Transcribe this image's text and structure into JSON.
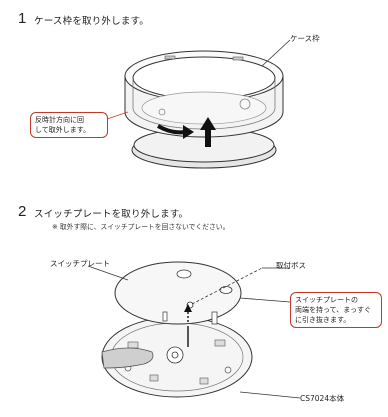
{
  "step1": {
    "number": "1",
    "instruction": "ケース枠を取り外します。",
    "label_case_frame": "ケース枠",
    "callout_lines": [
      "反時計方向に回",
      "して取外します。"
    ]
  },
  "step2": {
    "number": "2",
    "instruction": "スイッチプレートを取り外します。",
    "note": "※ 取外す際に、スイッチプレートを回さないでください。",
    "label_switch_plate": "スイッチプレート",
    "label_mount_boss": "取付ボス",
    "callout_lines": [
      "スイッチプレートの",
      "両端を持って、まっすぐ",
      "に引き抜きます。"
    ],
    "label_unit": "CS7024本体"
  },
  "colors": {
    "callout_border": "#c0392b",
    "line": "#333333",
    "gray": "#d9d9d9"
  }
}
